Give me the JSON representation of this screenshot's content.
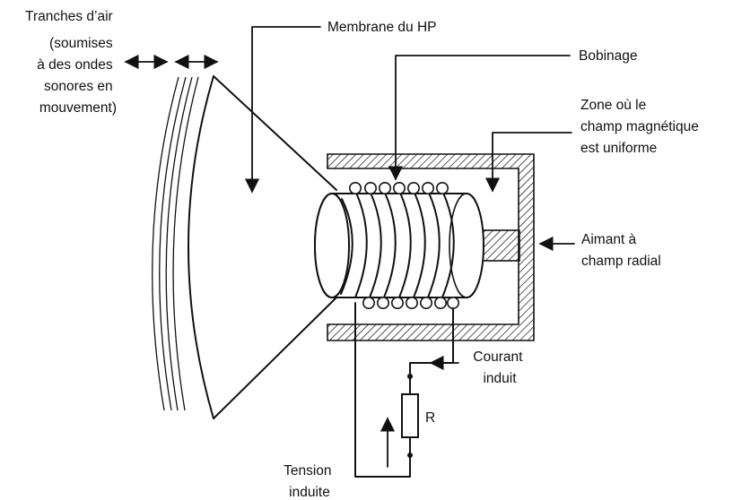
{
  "labels": {
    "air_slices": [
      "Tranches d’air",
      "(soumises",
      "à des ondes",
      "sonores en",
      "mouvement)"
    ],
    "membrane": "Membrane du HP",
    "coil": "Bobinage",
    "uniform_field": [
      "Zone où le",
      "champ magnétique",
      "est uniforme"
    ],
    "radial_magnet": [
      "Aimant à",
      "champ radial"
    ],
    "induced_current": [
      "Courant",
      "induit"
    ],
    "resistor": "R",
    "induced_voltage": [
      "Tension",
      "induite"
    ]
  },
  "colors": {
    "ink": "#111111",
    "background": "#ffffff"
  }
}
